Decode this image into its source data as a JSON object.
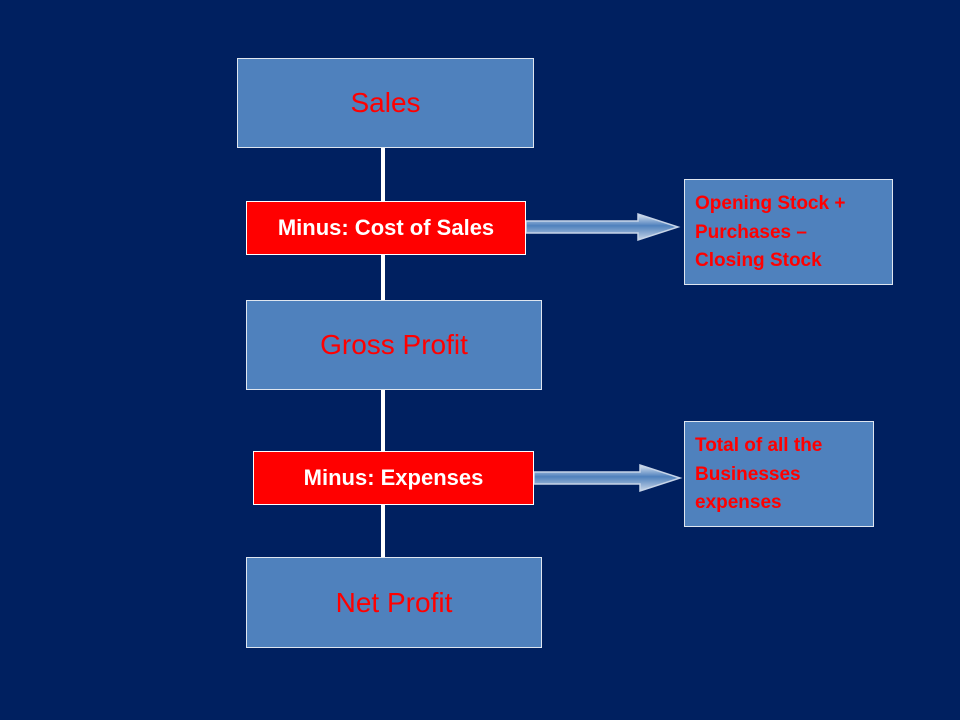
{
  "colors": {
    "background": "#002060",
    "box_fill": "#4f81bd",
    "minus_fill": "#ff0000",
    "text_red": "#ff0000",
    "text_white": "#ffffff"
  },
  "flow": {
    "sales": "Sales",
    "cost_of_sales": "Minus: Cost of Sales",
    "gross_profit": "Gross Profit",
    "expenses": "Minus: Expenses",
    "net_profit": "Net Profit"
  },
  "notes": {
    "cost_of_sales_note": "Opening Stock +\nPurchases –\nClosing Stock",
    "expenses_note": "Total of all the\nBusinesses\nexpenses"
  }
}
